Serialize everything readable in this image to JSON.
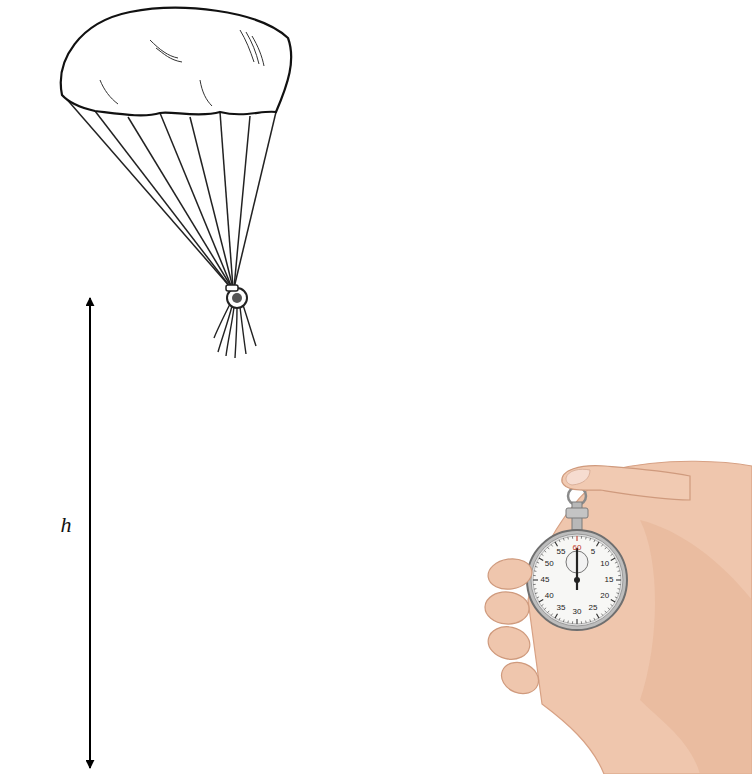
{
  "diagram": {
    "labels": [
      "h",
      "60",
      "5",
      "10",
      "15",
      "20",
      "25",
      "30",
      "35",
      "40",
      "45",
      "50",
      "55"
    ]
  }
}
